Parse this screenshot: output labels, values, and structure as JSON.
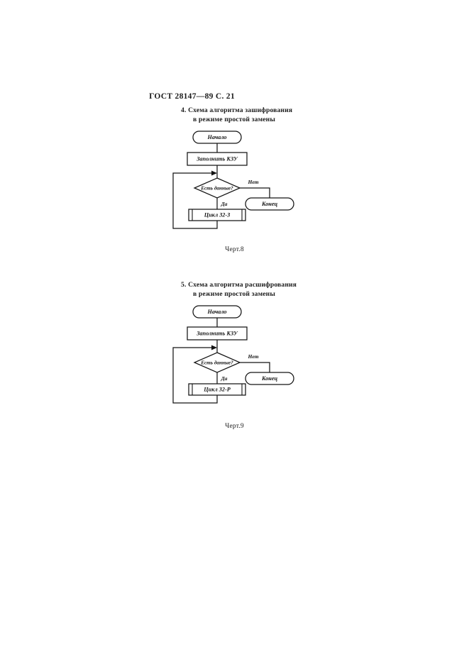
{
  "header": {
    "standard_reference": "ГОСТ 28147—89 С. 21"
  },
  "sections": [
    {
      "number": "4.",
      "heading_line_1": "Схема алгоритма зашифрования",
      "heading_line_2": "в режиме простой замены",
      "figure_caption": "Черт.8",
      "flowchart": {
        "start_label": "Начало",
        "fill_key_label": "Заполнить КЗУ",
        "decision_label": "Есть данные?",
        "branch_no_label": "Нет",
        "branch_yes_label": "Да",
        "process_label": "Цикл 32-З",
        "end_label": "Конец"
      }
    },
    {
      "number": "5.",
      "heading_line_1": "Схема алгоритма расшифрования",
      "heading_line_2": "в режиме простой замены",
      "figure_caption": "Черт.9",
      "flowchart": {
        "start_label": "Начало",
        "fill_key_label": "Заполнить КЗУ",
        "decision_label": "Есть данные?",
        "branch_no_label": "Нет",
        "branch_yes_label": "Да",
        "process_label": "Цикл 32-Р",
        "end_label": "Конец"
      }
    }
  ],
  "colors": {
    "ink": "#141414",
    "paper": "#ffffff"
  }
}
